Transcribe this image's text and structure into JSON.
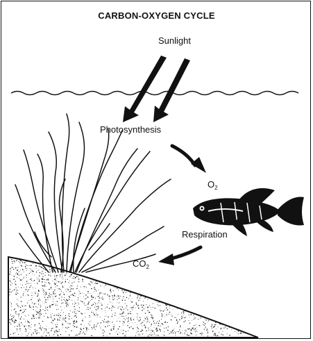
{
  "diagram": {
    "title": "CARBON-OXYGEN CYCLE",
    "labels": {
      "sunlight": "Sunlight",
      "photosynthesis": "Photosynthesis",
      "respiration": "Respiration"
    },
    "chemicals": {
      "oxygen": {
        "symbol": "O",
        "subscript": "2"
      },
      "carbon_dioxide": {
        "symbol": "CO",
        "subscript": "2"
      }
    },
    "icons": [
      "sunlight-arrows",
      "water-surface",
      "aquatic-plant",
      "fish",
      "sand-bottom"
    ],
    "colors": {
      "ink": "#111111",
      "background": "#ffffff"
    }
  }
}
